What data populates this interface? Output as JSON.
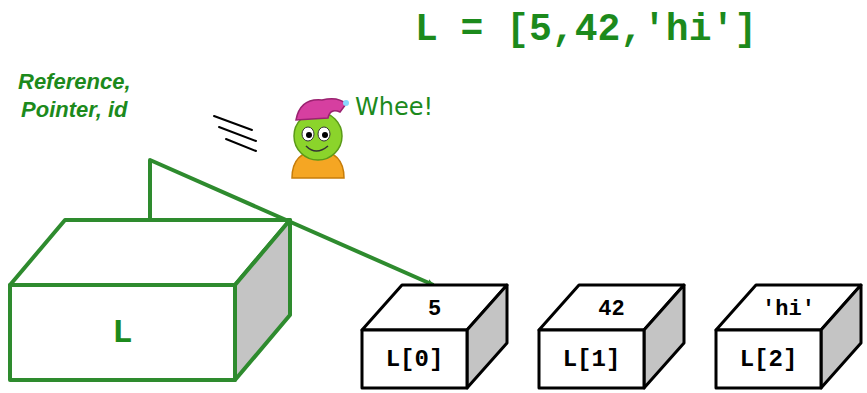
{
  "diagram": {
    "title": "L = [5,42,'hi']",
    "nodes": [
      {
        "text": [
          "L"
        ]
      },
      {
        "text": [
          "5",
          "L[0]"
        ]
      },
      {
        "text": [
          "42",
          "L[1]"
        ]
      },
      {
        "text": [
          "'hi'",
          "L[2]"
        ]
      }
    ],
    "edges": [
      {
        "from": 0,
        "to": 1,
        "arrow": "to",
        "label": "Reference, Pointer, id"
      }
    ],
    "labels": [
      "Whee!"
    ]
  }
}
